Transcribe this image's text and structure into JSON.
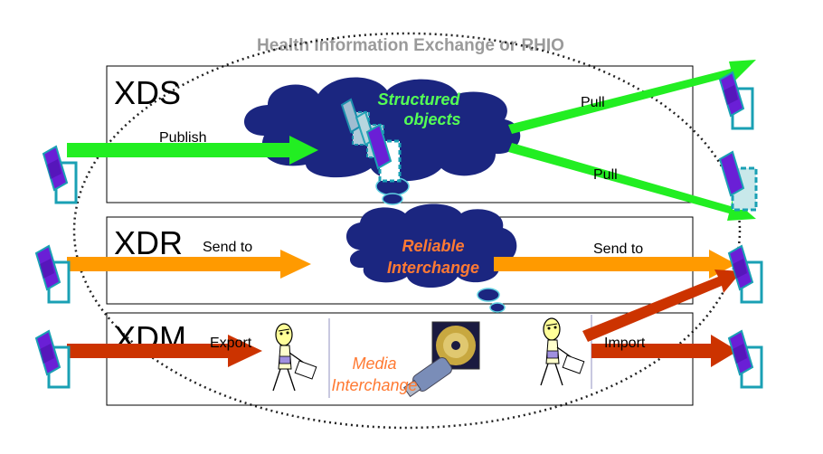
{
  "diagram": {
    "title": "Health Information Exchange or RHIO",
    "profiles": {
      "xds": "XDS",
      "xdr": "XDR",
      "xdm": "XDM"
    },
    "labels": {
      "publish": "Publish",
      "pull_top": "Pull",
      "pull_bottom": "Pull",
      "send_to_left": "Send to",
      "send_to_right": "Send to",
      "export": "Export",
      "import": "Import"
    },
    "clouds": {
      "structured_line1": "Structured",
      "structured_line2": "objects",
      "reliable_line1": "Reliable",
      "reliable_line2": "Interchange"
    },
    "media": {
      "line1": "Media",
      "line2": "Interchange"
    }
  },
  "colors": {
    "xds_arrow": "#22ee22",
    "xdr_arrow": "#ff9a00",
    "xdm_arrow": "#cc3300",
    "cloud": "#1b2680",
    "structured_text": "#55ff55",
    "reliable_text": "#ff7a33",
    "media_text": "#ff7a33",
    "title_text": "#9a9a9a",
    "document_purple": "#6a1fd6",
    "document_outline": "#1aa0b4"
  }
}
